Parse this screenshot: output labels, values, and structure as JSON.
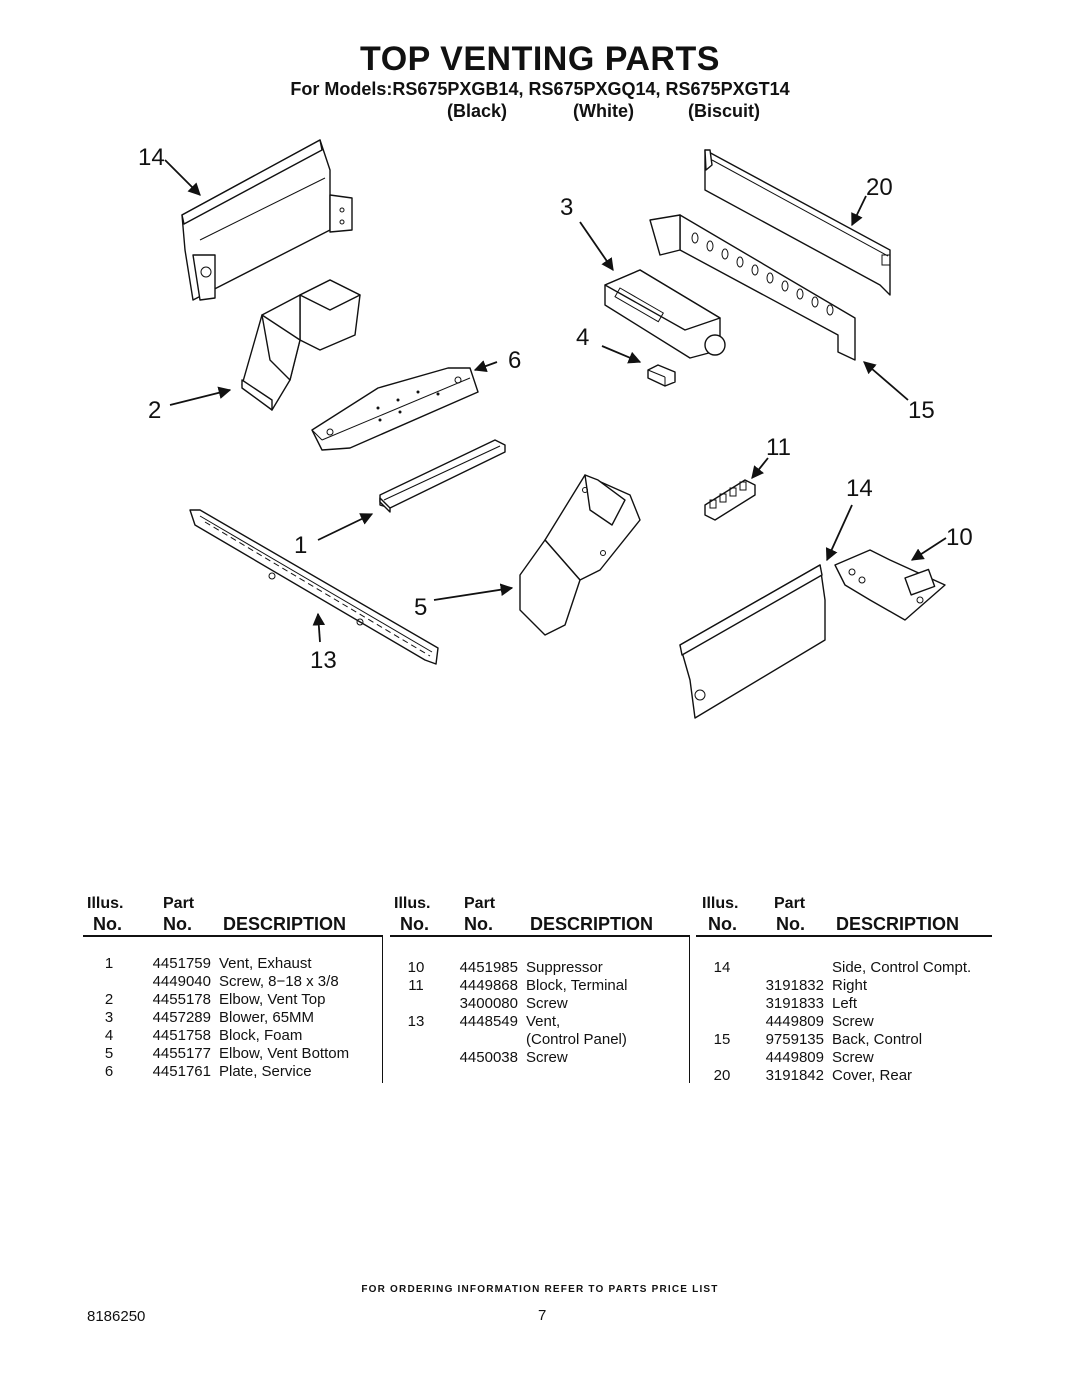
{
  "header": {
    "title": "TOP VENTING PARTS",
    "models": "For Models:RS675PXGB14, RS675PXGQ14, RS675PXGT14",
    "colors": [
      "(Black)",
      "(White)",
      "(Biscuit)"
    ]
  },
  "callouts": [
    "14",
    "20",
    "3",
    "4",
    "6",
    "2",
    "15",
    "11",
    "14",
    "10",
    "1",
    "5",
    "13"
  ],
  "table": {
    "headers": {
      "illus_top": "Illus.",
      "illus_bottom": "No.",
      "part_top": "Part",
      "part_bottom": "No.",
      "description": "DESCRIPTION"
    },
    "columns": [
      [
        {
          "illus": "1",
          "part": "4451759",
          "desc": "Vent, Exhaust"
        },
        {
          "illus": "",
          "part": "4449040",
          "desc": "Screw, 8−18 x 3/8"
        },
        {
          "illus": "2",
          "part": "4455178",
          "desc": "Elbow, Vent Top"
        },
        {
          "illus": "3",
          "part": "4457289",
          "desc": "Blower, 65MM"
        },
        {
          "illus": "4",
          "part": "4451758",
          "desc": "Block, Foam"
        },
        {
          "illus": "5",
          "part": "4455177",
          "desc": "Elbow, Vent Bottom"
        },
        {
          "illus": "6",
          "part": "4451761",
          "desc": "Plate, Service"
        }
      ],
      [
        {
          "illus": "10",
          "part": "4451985",
          "desc": "Suppressor"
        },
        {
          "illus": "11",
          "part": "4449868",
          "desc": "Block, Terminal"
        },
        {
          "illus": "",
          "part": "3400080",
          "desc": "Screw"
        },
        {
          "illus": "13",
          "part": "4448549",
          "desc": "Vent,"
        },
        {
          "illus": "",
          "part": "",
          "desc": "(Control Panel)"
        },
        {
          "illus": "",
          "part": "4450038",
          "desc": "Screw"
        }
      ],
      [
        {
          "illus": "14",
          "part": "",
          "desc": "Side, Control Compt."
        },
        {
          "illus": "",
          "part": "3191832",
          "desc": "Right"
        },
        {
          "illus": "",
          "part": "3191833",
          "desc": "Left"
        },
        {
          "illus": "",
          "part": "4449809",
          "desc": "Screw"
        },
        {
          "illus": "15",
          "part": "9759135",
          "desc": "Back, Control"
        },
        {
          "illus": "",
          "part": "4449809",
          "desc": "Screw"
        },
        {
          "illus": "20",
          "part": "3191842",
          "desc": "Cover, Rear"
        }
      ]
    ]
  },
  "footer": {
    "note": "FOR ORDERING INFORMATION REFER TO PARTS PRICE LIST",
    "doc_number": "8186250",
    "page_number": "7"
  }
}
